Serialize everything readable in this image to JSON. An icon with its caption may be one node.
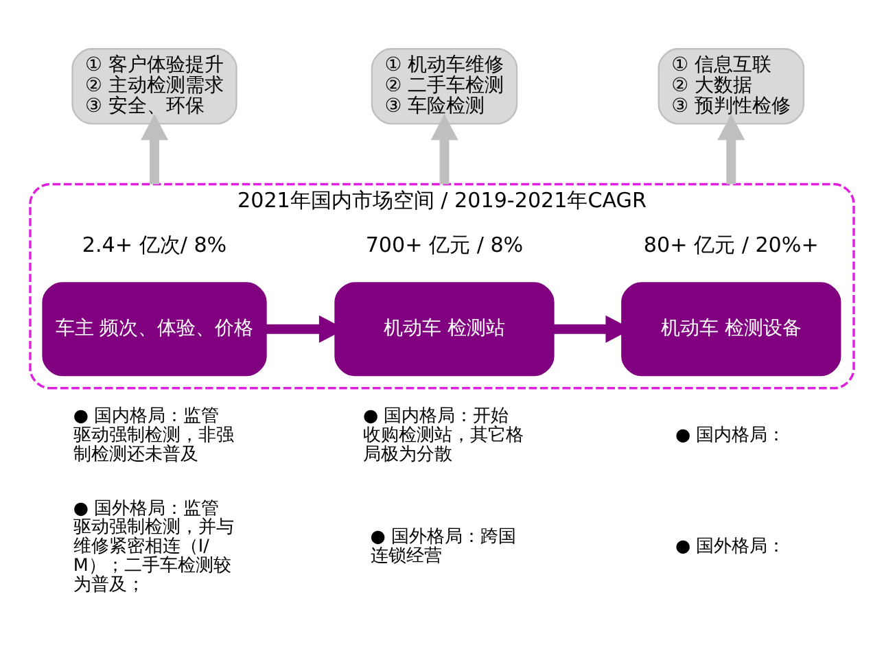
{
  "diagram": {
    "nodes": [
      {
        "text": [
          "① 客户体验提升",
          "② 主动检测需求",
          "③ 安全、环保"
        ]
      },
      {
        "text": [
          "① 机动车维修",
          "② 二手车检测",
          "③ 车险检测"
        ]
      },
      {
        "text": [
          "① 信息互联",
          "② 大数据",
          "③ 预判性检修"
        ]
      },
      {
        "text": [
          "2021年国内市场空间 / 2019-2021年CAGR"
        ]
      },
      {
        "text": [
          "车主 频次、体验、价格"
        ],
        "in": 3,
        "beside": [
          "2.4+ 亿次/ 8%"
        ]
      },
      {
        "text": [
          "机动车 检测站"
        ],
        "in": 3,
        "beside": [
          "700+ 亿元 / 8%"
        ]
      },
      {
        "text": [
          "机动车 检测设备"
        ],
        "in": 3,
        "beside": [
          "80+ 亿元 / 20%+"
        ]
      }
    ],
    "edges": [
      {
        "from": 3,
        "to": 0,
        "arrow": "to",
        "color": "#bfbfbf"
      },
      {
        "from": 3,
        "to": 1,
        "arrow": "to",
        "color": "#bfbfbf"
      },
      {
        "from": 3,
        "to": 2,
        "arrow": "to",
        "color": "#bfbfbf"
      },
      {
        "from": 4,
        "to": 5,
        "arrow": "to",
        "color": "#800080"
      },
      {
        "from": 5,
        "to": 6,
        "arrow": "to",
        "color": "#800080"
      }
    ],
    "labels": [
      "● 国内格局：监管驱动强制检测，非强制检测还未普及",
      "● 国内格局：开始收购检测站，其它格局极为分散",
      "● 国内格局：",
      "● 国外格局：监管驱动强制检测，并与维修紧密相连（I/M）；二手车检测较为普及；",
      "● 国外格局：跨国连锁经营",
      "● 国外格局："
    ]
  }
}
